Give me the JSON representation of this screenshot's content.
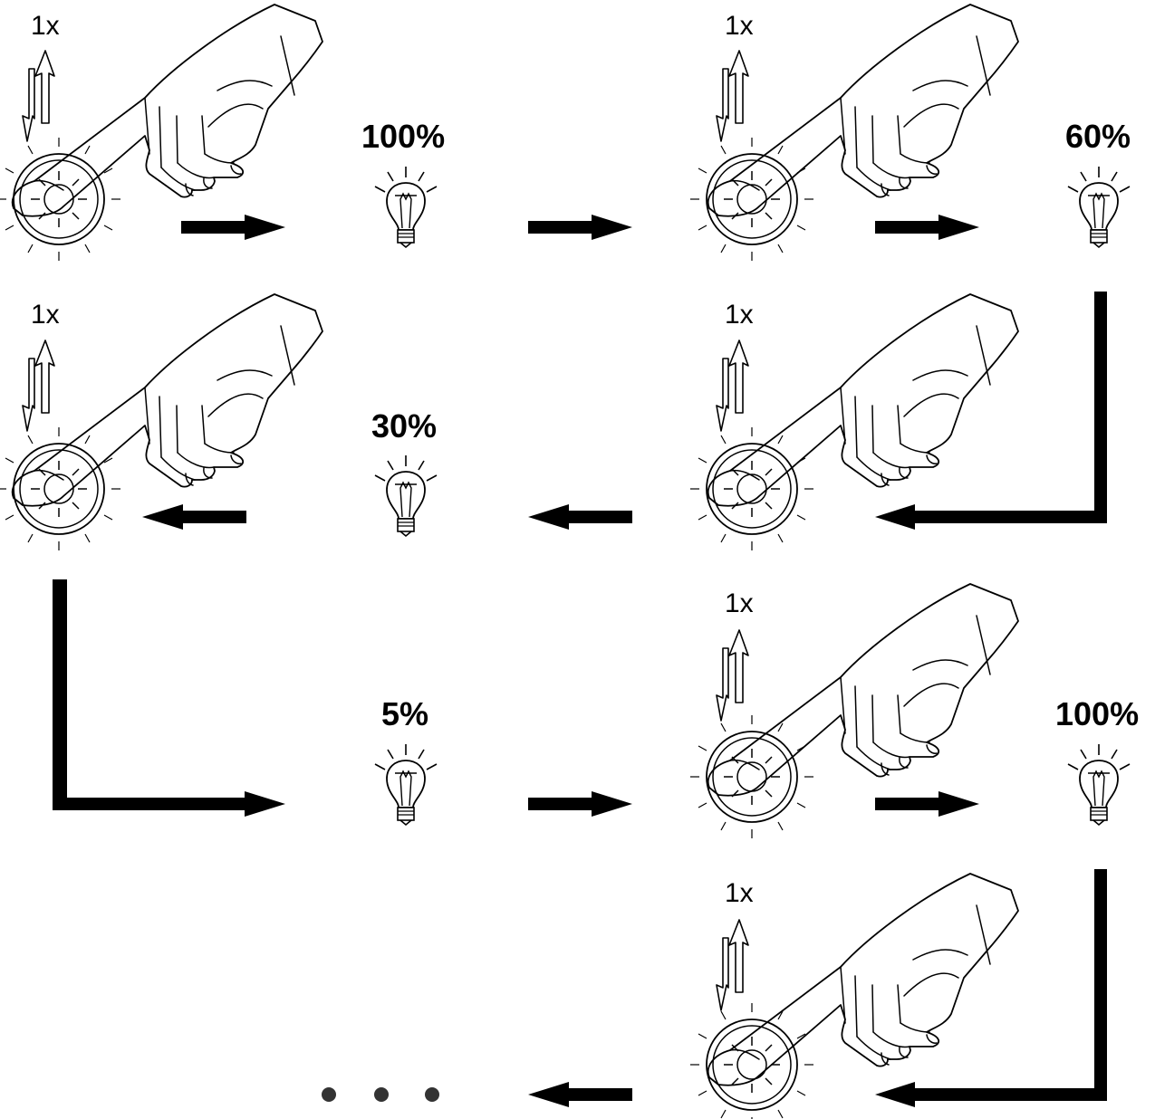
{
  "press_label": "1x",
  "levels": [
    "100%",
    "60%",
    "30%",
    "5%",
    "100%"
  ],
  "steps": [
    {
      "press_count": "1x",
      "result_level": "100%"
    },
    {
      "press_count": "1x",
      "result_level": "60%"
    },
    {
      "press_count": "1x",
      "result_level": "30%"
    },
    {
      "press_count": "1x",
      "result_level": "5%"
    },
    {
      "press_count": "1x",
      "result_level": "100%"
    },
    {
      "press_count": "1x",
      "result_level": ""
    }
  ],
  "continuation": "ellipsis-dots",
  "icons": [
    "hand-pressing-icon",
    "dimmer-button-icon",
    "press-release-arrows-icon",
    "light-bulb-icon",
    "flow-arrow-icon"
  ],
  "colors": {
    "line": "#000000",
    "background": "#ffffff"
  }
}
